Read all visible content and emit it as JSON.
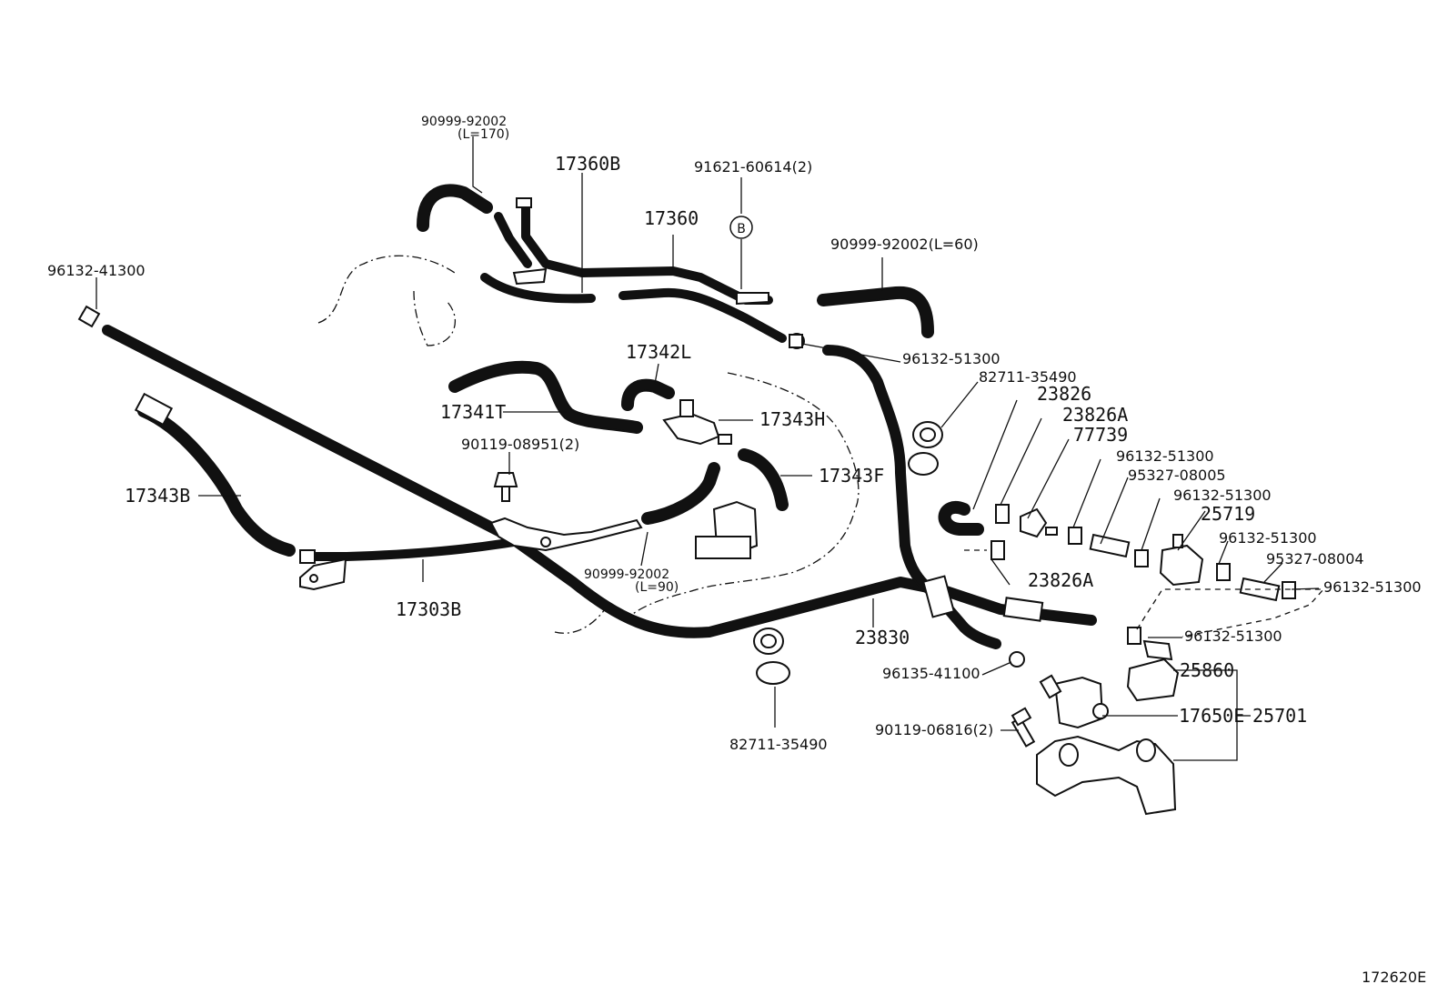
{
  "diagram_id": "172620E",
  "parts": {
    "p_90999_92002_top": "90999-92002",
    "p_90999_92002_top_len": "(L=170)",
    "p_17360B": "17360B",
    "p_91621": "91621-60614(2)",
    "p_17360": "17360",
    "p_marker_b": "B",
    "p_90999_92002_l60": "90999-92002(L=60)",
    "p_96132_41300": "96132-41300",
    "p_96132_51300_a": "96132-51300",
    "p_82711_35490_a": "82711-35490",
    "p_17342L": "17342L",
    "p_17341T": "17341T",
    "p_17343H": "17343H",
    "p_23826": "23826",
    "p_23826A_top": "23826A",
    "p_77739": "77739",
    "p_90119_08951": "90119-08951(2)",
    "p_17343F": "17343F",
    "p_96132_51300_b": "96132-51300",
    "p_95327_08005": "95327-08005",
    "p_96132_51300_c": "96132-51300",
    "p_25719": "25719",
    "p_17343B": "17343B",
    "p_96132_51300_d": "96132-51300",
    "p_95327_08004": "95327-08004",
    "p_96132_51300_e": "96132-51300",
    "p_90999_92002_l90": "90999-92002",
    "p_90999_92002_l90_len": "(L=90)",
    "p_23826A_bottom": "23826A",
    "p_17303B": "17303B",
    "p_23830": "23830",
    "p_96132_51300_f": "96132-51300",
    "p_96135_41100": "96135-41100",
    "p_25860": "25860",
    "p_17650E": "17650E",
    "p_25701": "25701",
    "p_90119_06816": "90119-06816(2)",
    "p_82711_35490_b": "82711-35490"
  }
}
